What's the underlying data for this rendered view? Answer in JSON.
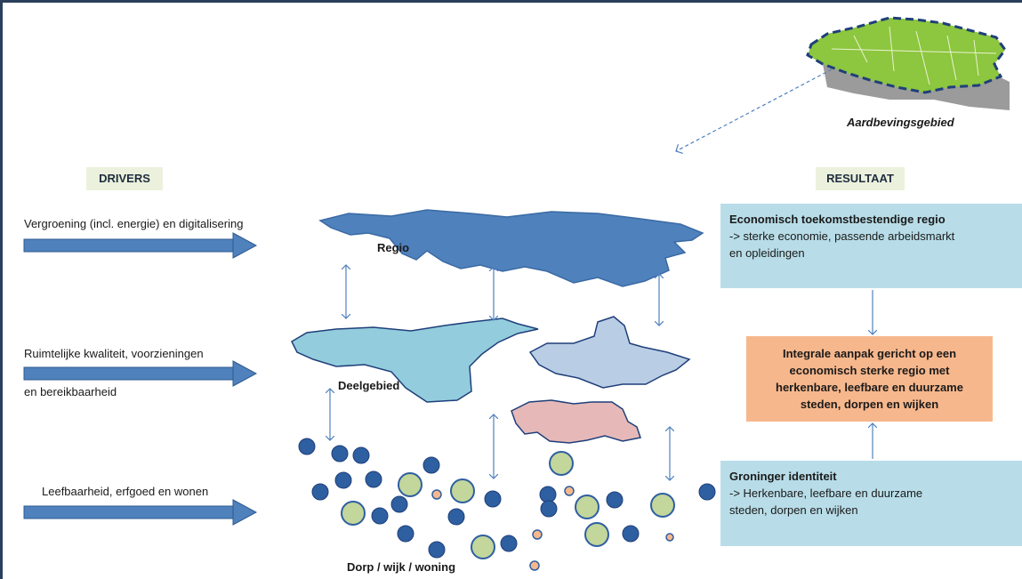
{
  "map": {
    "caption": "Aardbevingsgebied"
  },
  "drivers_label": "DRIVERS",
  "result_label": "RESULTAAT",
  "drivers": [
    {
      "lines": [
        "Vergroening (incl. energie) en digitalisering"
      ]
    },
    {
      "lines": [
        "Ruimtelijke kwaliteit, voorzieningen",
        "en bereikbaarheid"
      ]
    },
    {
      "lines": [
        "Leefbaarheid, erfgoed en wonen"
      ]
    }
  ],
  "levels": {
    "regio": "Regio",
    "deelgebied": "Deelgebied",
    "dorp": "Dorp / wijk / woning"
  },
  "results": {
    "top": {
      "title": "Economisch toekomstbestendige regio",
      "lines": [
        "-> sterke economie, passende arbeidsmarkt",
        "en opleidingen"
      ]
    },
    "middle": {
      "lines": [
        "Integrale aanpak gericht op een",
        "economisch sterke regio met",
        "herkenbare, leefbare en duurzame",
        "steden, dorpen en wijken"
      ]
    },
    "bottom": {
      "title": "Groninger identiteit",
      "lines": [
        "-> Herkenbare, leefbare en duurzame",
        "steden, dorpen en wijken"
      ]
    }
  },
  "colors": {
    "arrow_blue": "#4f81bd",
    "regio_fill": "#4f81bd",
    "deelgebied_fill": "#93cddd",
    "deelgebied2_fill": "#b9cde5",
    "pink_fill": "#e6b9b8",
    "circle_blue": "#2e5fa0",
    "circle_green": "#c3d69b",
    "circle_orange": "#f7b78c",
    "box_blue": "#b8dde8",
    "box_orange": "#f7b78c",
    "tag_bg": "#ebf1dd",
    "map_green": "#8dc63f",
    "map_grey": "#9b9b9b"
  }
}
